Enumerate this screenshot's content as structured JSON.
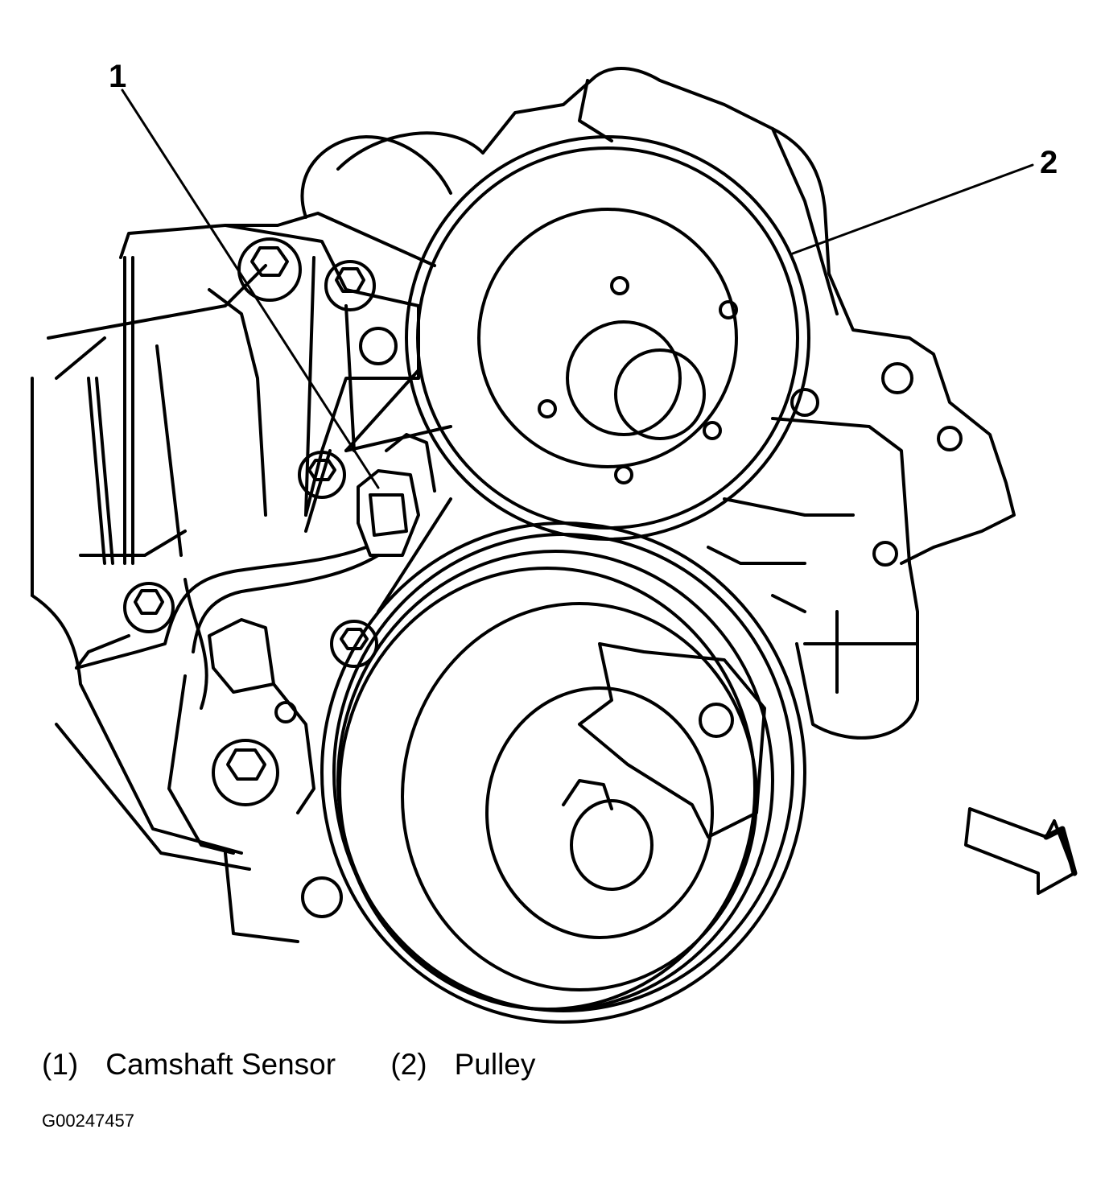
{
  "callouts": [
    {
      "num": "1",
      "label": "Camshaft Sensor"
    },
    {
      "num": "2",
      "label": "Pulley"
    }
  ],
  "legend": [
    {
      "num": "(1)",
      "label": "Camshaft Sensor"
    },
    {
      "num": "(2)",
      "label": "Pulley"
    }
  ],
  "figure_id": "G00247457",
  "colors": {
    "line": "#000000",
    "background": "#ffffff"
  },
  "icons": [
    "view-direction-arrow-icon"
  ]
}
